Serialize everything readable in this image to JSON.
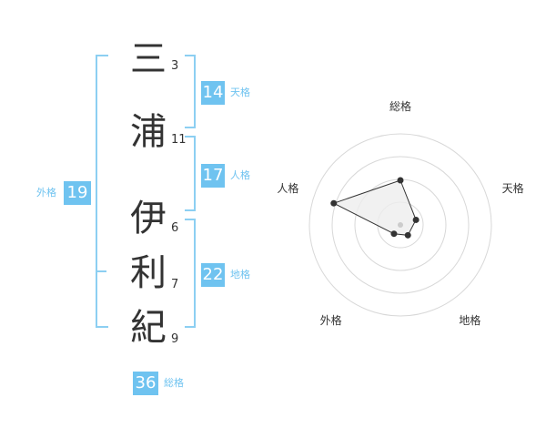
{
  "name_chars": [
    {
      "char": "三",
      "strokes": "3"
    },
    {
      "char": "浦",
      "strokes": "11"
    },
    {
      "char": "伊",
      "strokes": "6"
    },
    {
      "char": "利",
      "strokes": "7"
    },
    {
      "char": "紀",
      "strokes": "9"
    }
  ],
  "fortune": {
    "tenkaku": {
      "value": "14",
      "label": "天格"
    },
    "jinkaku": {
      "value": "17",
      "label": "人格"
    },
    "chikaku": {
      "value": "22",
      "label": "地格"
    },
    "gaikaku": {
      "value": "19",
      "label": "外格"
    },
    "soukaku": {
      "value": "36",
      "label": "総格"
    }
  },
  "colors": {
    "accent": "#6fc3f0",
    "bracket": "#8ccff2",
    "text": "#333333"
  },
  "chart_data": {
    "type": "radar",
    "axes": [
      "総格",
      "天格",
      "地格",
      "外格",
      "人格"
    ],
    "rings": 4,
    "values": [
      0.49,
      0.18,
      0.14,
      0.12,
      0.77
    ]
  }
}
